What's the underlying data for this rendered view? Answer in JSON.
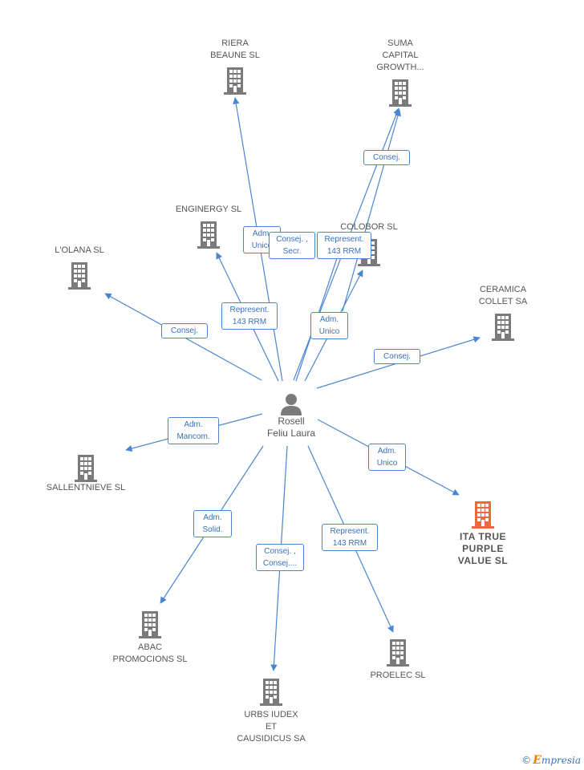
{
  "diagram": {
    "center": {
      "name": "Rosell\nFeliu Laura"
    },
    "companies": [
      {
        "id": "riera",
        "name": "RIERA\nBEAUNE SL",
        "highlight": false
      },
      {
        "id": "suma",
        "name": "SUMA\nCAPITAL\nGROWTH...",
        "highlight": false
      },
      {
        "id": "enginergy",
        "name": "ENGINERGY SL",
        "highlight": false
      },
      {
        "id": "colobor",
        "name": "COLOBOR SL",
        "highlight": false
      },
      {
        "id": "lolana",
        "name": "L'OLANA SL",
        "highlight": false
      },
      {
        "id": "ceramica",
        "name": "CERAMICA\nCOLLET SA",
        "highlight": false
      },
      {
        "id": "sallent",
        "name": "SALLENTNIEVE SL",
        "highlight": false
      },
      {
        "id": "ita",
        "name": "ITA TRUE\nPURPLE\nVALUE SL",
        "highlight": true
      },
      {
        "id": "abac",
        "name": "ABAC\nPROMOCIONS SL",
        "highlight": false
      },
      {
        "id": "urbs",
        "name": "URBS IUDEX\nET\nCAUSIDICUS SA",
        "highlight": false
      },
      {
        "id": "proelec",
        "name": "PROELEC SL",
        "highlight": false
      }
    ],
    "relations": [
      {
        "id": "riera-1",
        "label": "Adm.\nUnico"
      },
      {
        "id": "suma-1",
        "label": "Consej. ,\nSecr."
      },
      {
        "id": "suma-2",
        "label": "Consej."
      },
      {
        "id": "colobor-1",
        "label": "Represent.\n143 RRM"
      },
      {
        "id": "enginergy-1",
        "label": "Represent.\n143 RRM"
      },
      {
        "id": "colobor-2",
        "label": "Adm.\nUnico"
      },
      {
        "id": "lolana-1",
        "label": "Consej."
      },
      {
        "id": "ceramica-1",
        "label": "Consej."
      },
      {
        "id": "sallent-1",
        "label": "Adm.\nMancom."
      },
      {
        "id": "ita-1",
        "label": "Adm.\nUnico"
      },
      {
        "id": "abac-1",
        "label": "Adm.\nSolid."
      },
      {
        "id": "urbs-1",
        "label": "Consej. ,\nConsej...."
      },
      {
        "id": "proelec-1",
        "label": "Represent.\n143 RRM"
      }
    ]
  },
  "colors": {
    "edge": "#4a86d0",
    "building": "#7a7a7a",
    "building_highlight": "#ee6a3c",
    "person": "#7a7a7a"
  },
  "footer": {
    "copyright": "©",
    "brand_first": "E",
    "brand_rest": "mpresia"
  }
}
